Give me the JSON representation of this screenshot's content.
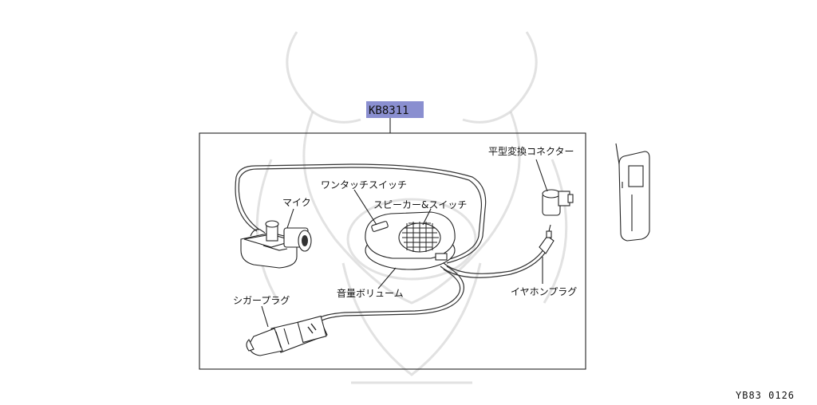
{
  "part_number": "KB8311",
  "highlight_color": "#8a8fd0",
  "diagram_code": "YB83 0126",
  "callouts": {
    "conversion_connector": "平型変換コネクター",
    "one_touch_switch": "ワンタッチスイッチ",
    "speaker_switch": "スピーカー&スイッチ",
    "mic": "マイク",
    "volume": "音量ボリューム",
    "earphone_plug": "イヤホンプラグ",
    "cigar_plug": "シガープラグ"
  }
}
